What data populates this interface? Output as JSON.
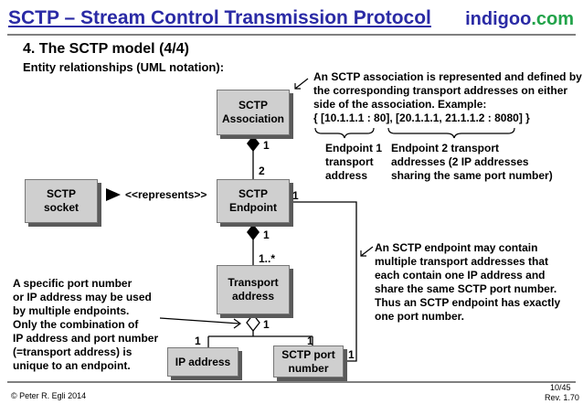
{
  "header": {
    "title": "SCTP – Stream Control Transmission Protocol",
    "brand_main": "indigoo",
    "brand_suffix": ".com"
  },
  "slide": {
    "heading": "4. The SCTP model (4/4)",
    "subheading": "Entity relationships (UML notation):"
  },
  "entities": {
    "association": "SCTP\nAssociation",
    "endpoint": "SCTP\nEndpoint",
    "socket": "SCTP\nsocket",
    "transport": "Transport\naddress",
    "ip": "IP address",
    "port": "SCTP port\nnumber"
  },
  "relations": {
    "represents": "<<represents>>",
    "assoc_one": "1",
    "endpoint_two": "2",
    "endpoint_one": "1",
    "transport_many": "1..*",
    "transport_one": "1",
    "ip_one": "1",
    "port_one": "1",
    "endpoint_right_one": "1",
    "port_right_one": "1"
  },
  "notes": {
    "association_note": "An SCTP association is represented and defined by\nthe corresponding transport addresses on either\nside of the association. Example:\n{ [10.1.1.1 : 80], [20.1.1.1, 21.1.1.2 : 8080] }",
    "endpoint1_label": "Endpoint 1\ntransport\naddress",
    "endpoint2_label": "Endpoint 2 transport\naddresses (2 IP addresses\nsharing the same port number)",
    "endpoint_note": "An SCTP endpoint may contain\nmultiple transport addresses that\neach contain one IP address and\nshare the same SCTP port number.\nThus an SCTP endpoint has exactly\none port number.",
    "port_note": "A specific port number\nor IP address may be used\nby multiple endpoints.\nOnly the combination of\nIP address and port number\n(=transport address) is\nunique to an endpoint."
  },
  "footer": {
    "copyright": "© Peter R. Egli 2014",
    "page": "10/45",
    "rev": "Rev. 1.70"
  }
}
